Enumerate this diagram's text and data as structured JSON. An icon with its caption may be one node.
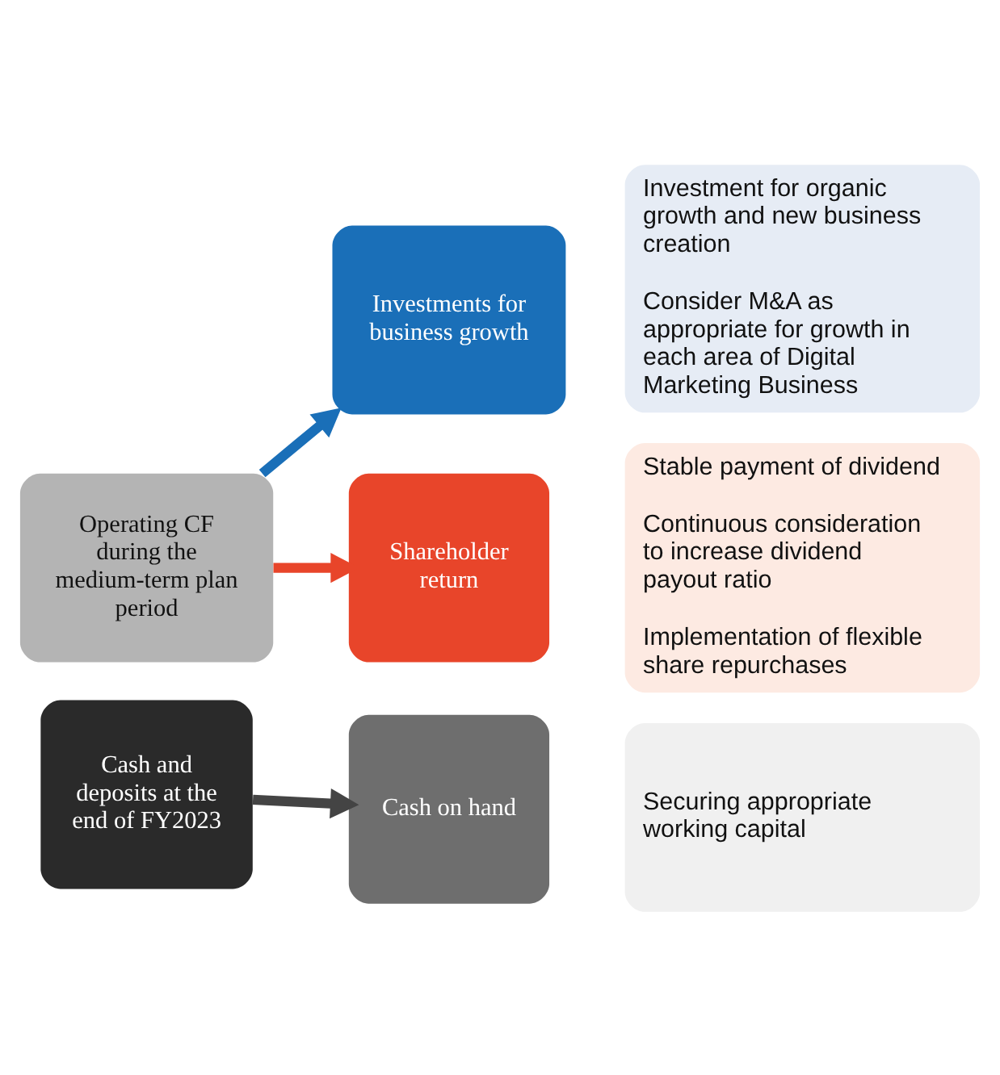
{
  "diagram": {
    "nodes": [
      {
        "text": [
          "Operating CF during the medium-term plan period"
        ]
      },
      {
        "text": [
          "Cash and deposits at the end of FY2023"
        ]
      },
      {
        "text": [
          "Investments for business growth"
        ]
      },
      {
        "text": [
          "Investment for organic growth and new business creation",
          "Consider M&A as appropriate for growth in each area of Digital Marketing Business"
        ]
      },
      {
        "text": [
          "Shareholder return"
        ]
      },
      {
        "text": [
          "Stable payment of dividend",
          "Continuous consideration to increase dividend payout ratio",
          "Implementation of flexible share repurchases"
        ]
      },
      {
        "text": [
          "Cash on hand"
        ]
      },
      {
        "text": [
          "Securing appropriate working capital"
        ]
      }
    ],
    "edges": [
      {
        "from": 0,
        "to": 2,
        "arrow": "to",
        "color": "#1a6fb8"
      },
      {
        "from": 0,
        "to": 4,
        "arrow": "to",
        "color": "#e8452a"
      },
      {
        "from": 1,
        "to": 6,
        "arrow": "to",
        "color": "#444444"
      }
    ]
  }
}
